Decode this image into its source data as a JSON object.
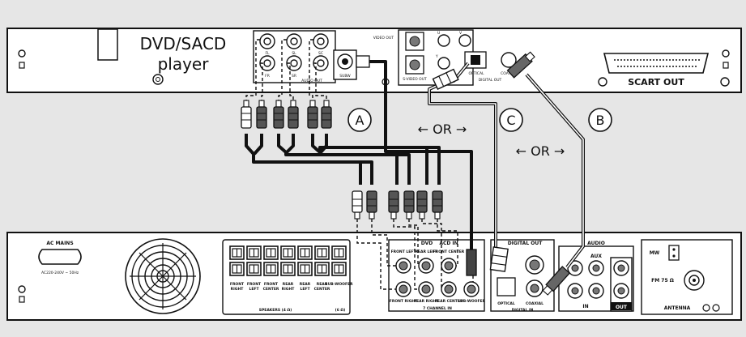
{
  "dvd_player": {
    "title_line1": "DVD/SACD",
    "title_line2": "player",
    "scart_label": "SCART OUT",
    "jack_fl": "FL",
    "jack_sl": "SL",
    "jack_sc": "SC",
    "jack_fr": "FR",
    "jack_sr": "SR",
    "jack_subw": "SUBW",
    "audio_out": "AUDIO OUT",
    "video_out": "VIDEO OUT",
    "svideo_out": "S-VIDEO OUT",
    "video_u": "U",
    "video_v": "V",
    "video_y": "Y",
    "optical": "OPTICAL",
    "coaxial": "COAXIAL",
    "digital_out": "DIGITAL OUT"
  },
  "connections": {
    "a": "A",
    "b": "B",
    "c": "C",
    "or1": "← OR →",
    "or2": "← OR →"
  },
  "receiver": {
    "ac_mains": "AC MAINS",
    "ac_voltage": "AC220-240V ~ 50Hz",
    "speaker_labels": [
      "FRONT RIGHT",
      "FRONT LEFT",
      "FRONT CENTER",
      "REAR RIGHT",
      "REAR LEFT",
      "REAR CENTER",
      "SUB-WOOFER"
    ],
    "speakers_text": "SPEAKERS (4 Ω)",
    "speakers_sub_text": "(6 Ω)",
    "dvd_label": "DVD",
    "acd_in_label": "ACD IN",
    "front_left": "FRONT LEFT",
    "rear_left": "REAR LEFT",
    "front_center": "FRONT CENTER",
    "front_right": "FRONT RIGHT",
    "rear_right": "REAR RIGHT",
    "rear_center": "REAR CENTER",
    "subwoofer": "SUB-WOOFER",
    "seven_ch_in": "7 CHANNEL IN",
    "digital_out": "DIGITAL OUT",
    "optical": "OPTICAL",
    "coaxial": "COAXIAL",
    "digital_in": "DIGITAL IN",
    "audio": "AUDIO",
    "aux": "AUX",
    "in": "IN",
    "out": "OUT",
    "mw": "MW",
    "fm": "FM 75 Ω",
    "antenna": "ANTENNA"
  }
}
